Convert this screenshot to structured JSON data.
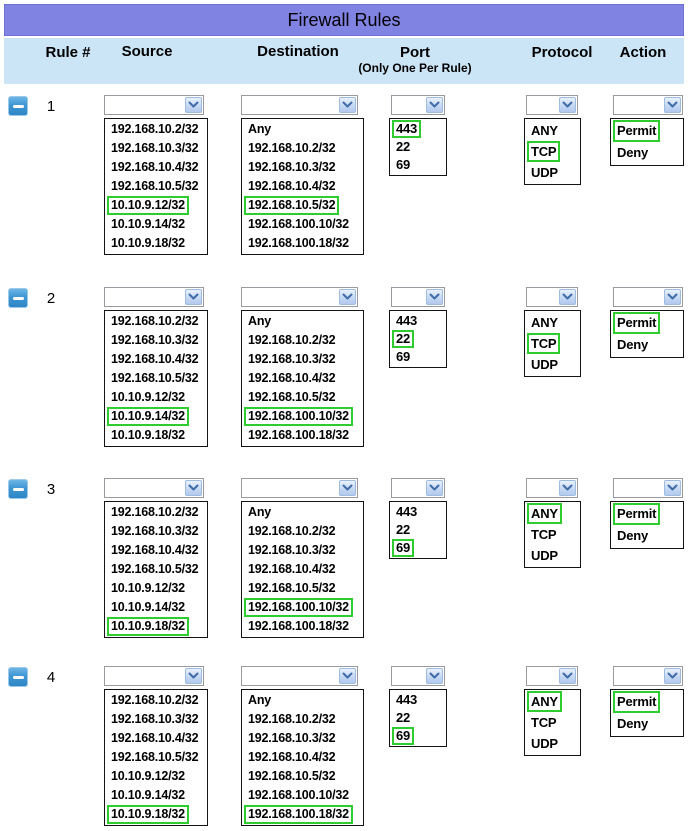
{
  "title": "Firewall Rules",
  "header": {
    "rule": "Rule #",
    "source": "Source",
    "destination": "Destination",
    "port": "Port",
    "port_note": "(Only One Per Rule)",
    "protocol": "Protocol",
    "action": "Action"
  },
  "combo_value": "",
  "options": {
    "source": [
      "192.168.10.2/32",
      "192.168.10.3/32",
      "192.168.10.4/32",
      "192.168.10.5/32",
      "10.10.9.12/32",
      "10.10.9.14/32",
      "10.10.9.18/32"
    ],
    "destination": [
      "Any",
      "192.168.10.2/32",
      "192.168.10.3/32",
      "192.168.10.4/32",
      "192.168.10.5/32",
      "192.168.100.10/32",
      "192.168.100.18/32"
    ],
    "port": [
      "443",
      "22",
      "69"
    ],
    "protocol": [
      "ANY",
      "TCP",
      "UDP"
    ],
    "action": [
      "Permit",
      "Deny"
    ]
  },
  "rules": [
    {
      "number": "1",
      "selected": {
        "source": "10.10.9.12/32",
        "destination": "192.168.10.5/32",
        "port": "443",
        "protocol": "TCP",
        "action": "Permit"
      }
    },
    {
      "number": "2",
      "selected": {
        "source": "10.10.9.14/32",
        "destination": "192.168.100.10/32",
        "port": "22",
        "protocol": "TCP",
        "action": "Permit"
      }
    },
    {
      "number": "3",
      "selected": {
        "source": "10.10.9.18/32",
        "destination": "192.168.100.10/32",
        "port": "69",
        "protocol": "ANY",
        "action": "Permit"
      }
    },
    {
      "number": "4",
      "selected": {
        "source": "10.10.9.18/32",
        "destination": "192.168.100.18/32",
        "port": "69",
        "protocol": "ANY",
        "action": "Permit"
      }
    }
  ],
  "colors": {
    "title_bg": "#8183e3",
    "header_bg": "#cbe5f7",
    "highlight_green": "#2fcc2f",
    "minus_button_blue": "#3e96d3",
    "chevron_blue": "#3f6ca8"
  },
  "icons": {
    "minus_icon": "remove-rule",
    "chevron_down_icon": "open-dropdown"
  }
}
